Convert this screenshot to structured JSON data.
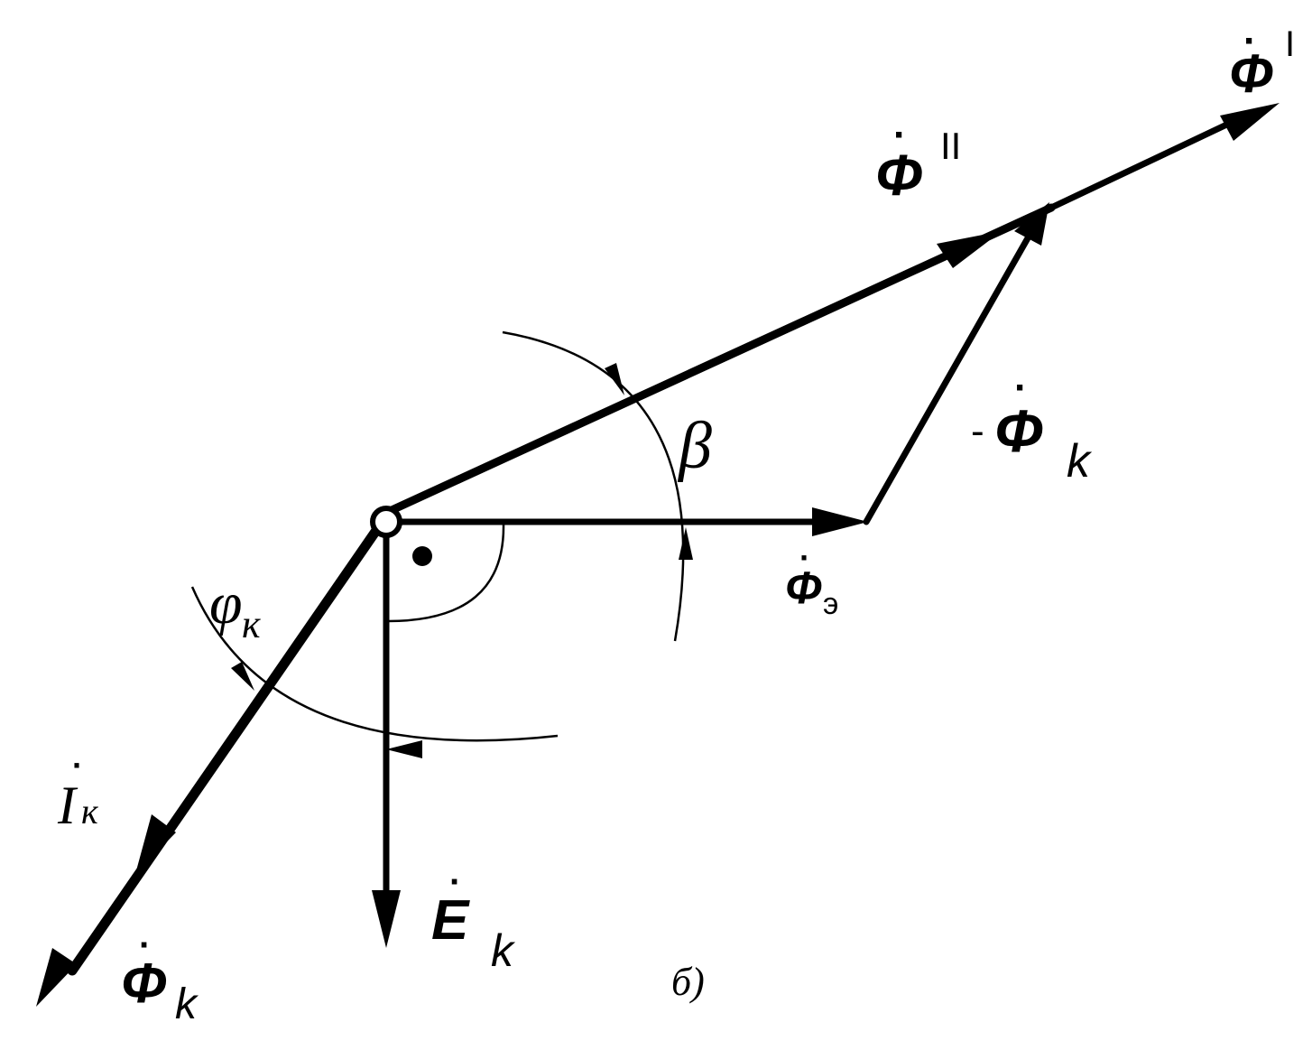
{
  "diagram": {
    "caption": "б)",
    "vectors": {
      "phi_I": {
        "symbol": "Φ",
        "superscript": "I"
      },
      "phi_II": {
        "symbol": "Φ",
        "superscript": "II"
      },
      "phi_k_neg": {
        "prefix": "-",
        "symbol": "Φ",
        "subscript": "k"
      },
      "phi_e": {
        "symbol": "Φ",
        "subscript": "э"
      },
      "phi_k": {
        "symbol": "Φ",
        "subscript": "k"
      },
      "i_k": {
        "symbol": "I",
        "subscript": "к"
      },
      "e_k": {
        "symbol": "E",
        "subscript": "k"
      }
    },
    "angles": {
      "beta": "β",
      "phi_k_angle": {
        "symbol": "φ",
        "subscript": "к"
      }
    },
    "colors": {
      "ink": "#000000",
      "background": "#ffffff"
    }
  }
}
